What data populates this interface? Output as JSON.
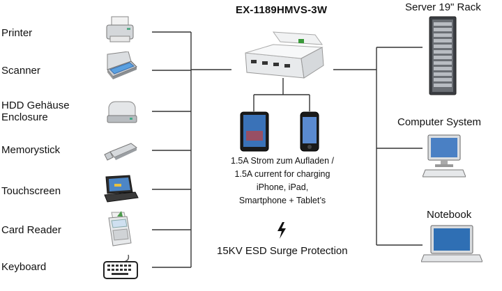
{
  "title": "EX-1189HMVS-3W",
  "left_devices": [
    {
      "label": "Printer",
      "icon": "printer-icon"
    },
    {
      "label": "Scanner",
      "icon": "scanner-icon"
    },
    {
      "label": "HDD Gehäuse",
      "label2": "Enclosure",
      "icon": "hdd-enclosure-icon"
    },
    {
      "label": "Memorystick",
      "icon": "memory-stick-icon"
    },
    {
      "label": "Touchscreen",
      "icon": "touchscreen-icon"
    },
    {
      "label": "Card Reader",
      "icon": "card-reader-icon"
    },
    {
      "label": "Keyboard",
      "icon": "keyboard-icon"
    }
  ],
  "right_devices": [
    {
      "label": "Server 19\" Rack",
      "icon": "server-rack-icon"
    },
    {
      "label": "Computer System",
      "icon": "desktop-computer-icon"
    },
    {
      "label": "Notebook",
      "icon": "notebook-icon"
    }
  ],
  "charging": {
    "line1": "1.5A Strom zum Aufladen /",
    "line2": "1.5A current for charging",
    "line3": "iPhone, iPad,",
    "line4": "Smartphone + Tablet’s"
  },
  "esd": {
    "label": "15KV ESD Surge Protection",
    "icon": "lightning-bolt-icon"
  },
  "colors": {
    "line": "#333333",
    "device_gray": "#c8ccd0",
    "screen_blue": "#2f6fb4"
  }
}
